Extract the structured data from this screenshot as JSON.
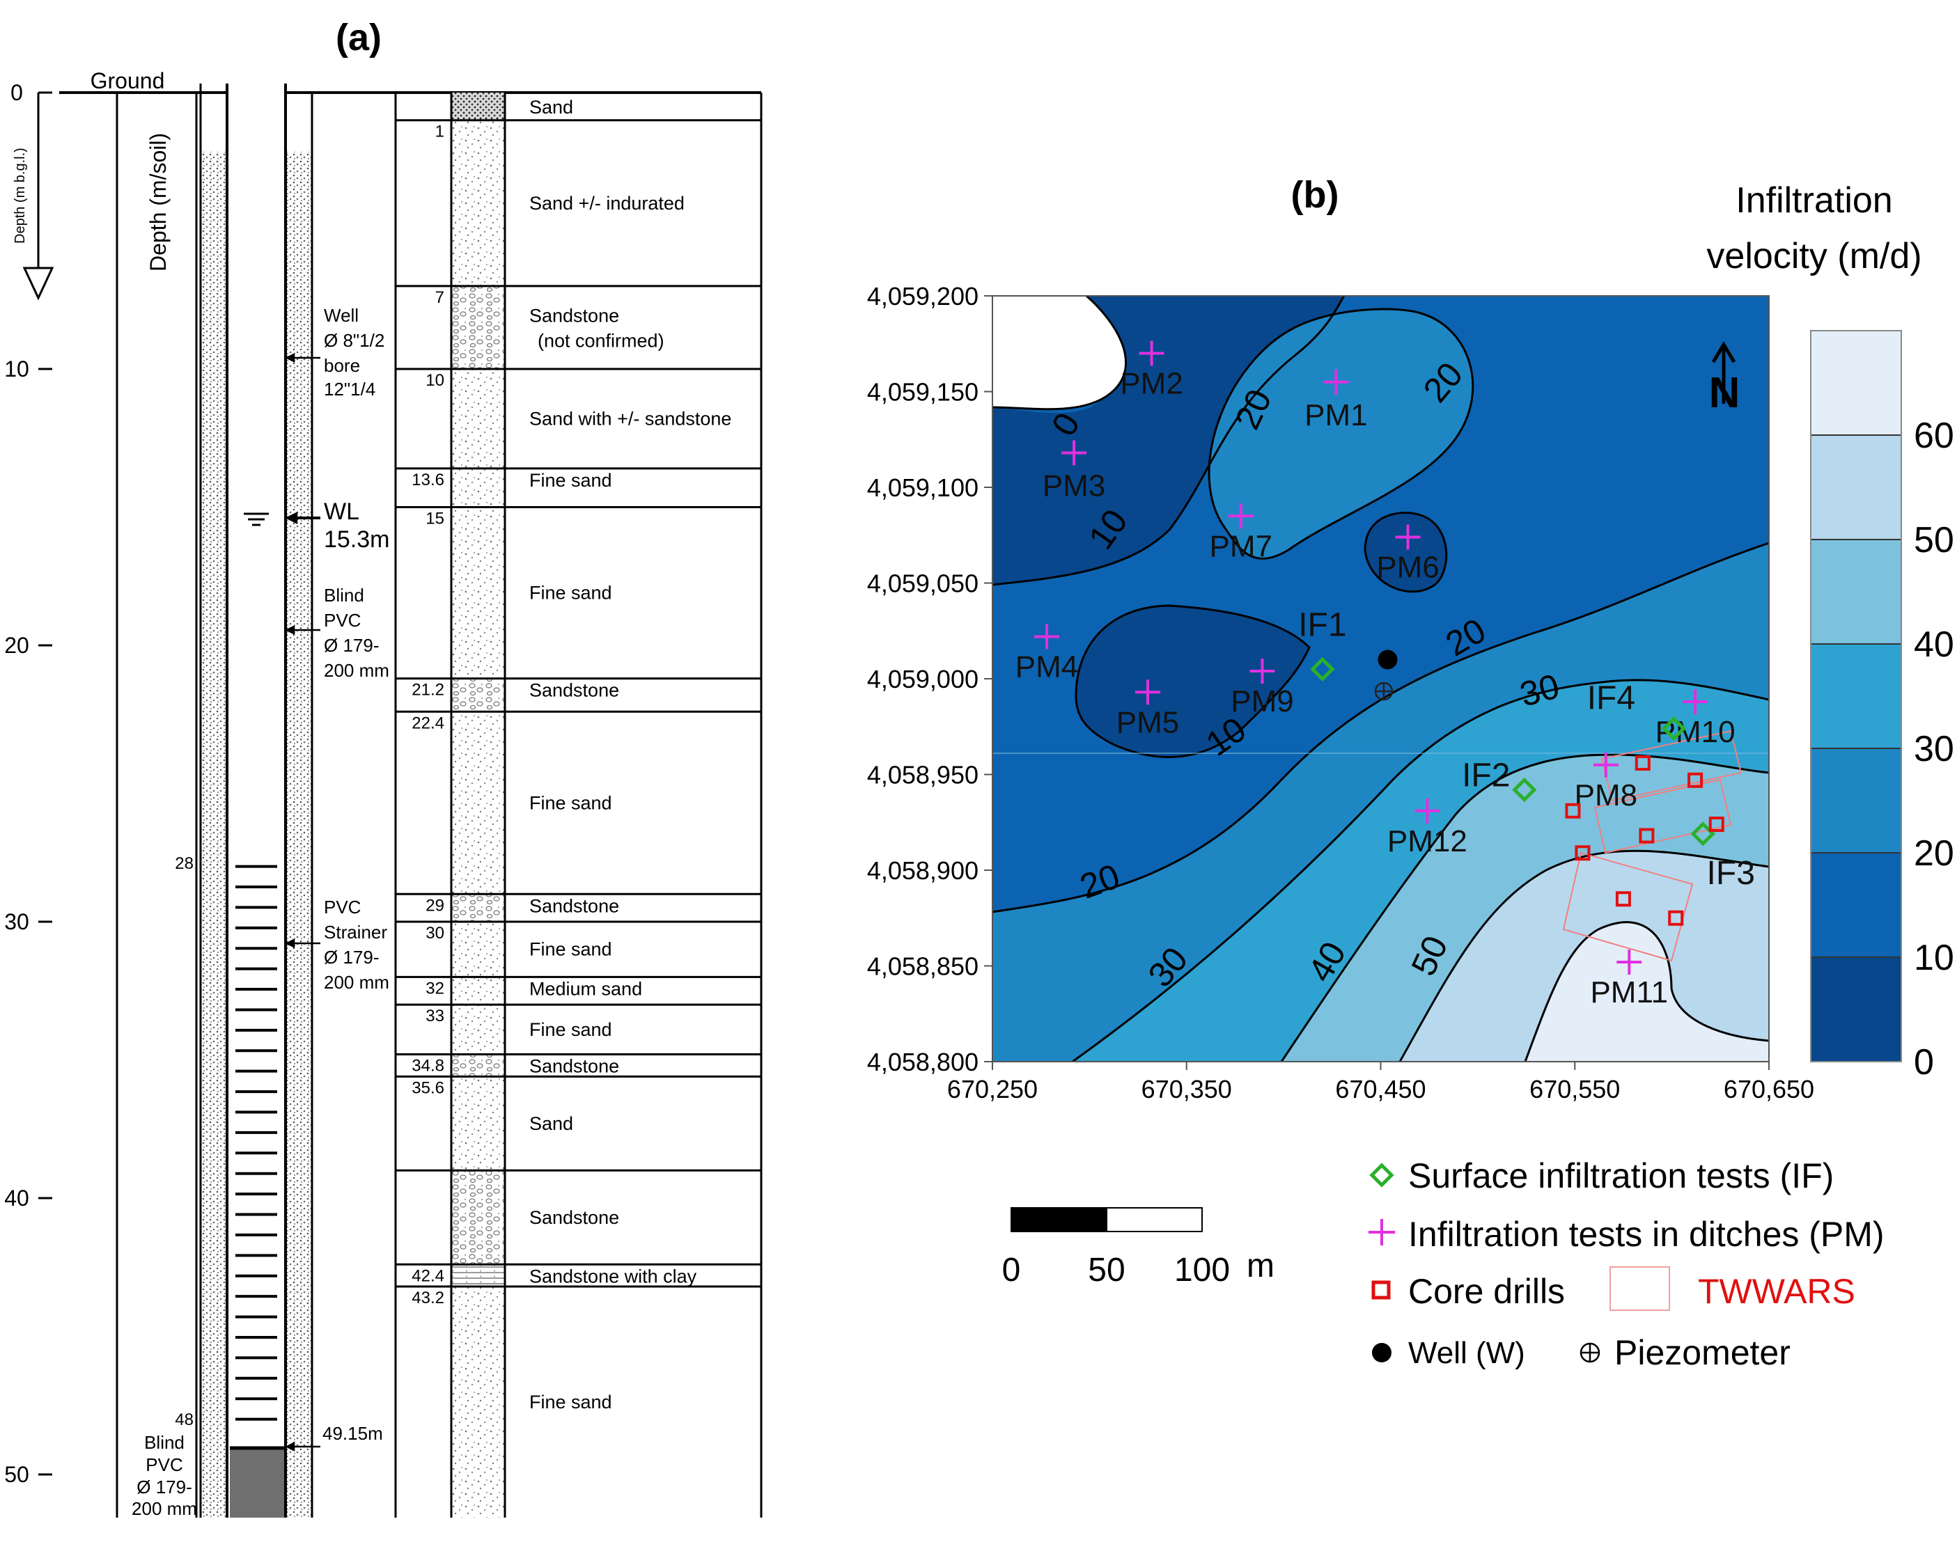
{
  "panel_a": {
    "label": "(a)",
    "ground_label": "Ground",
    "depth_axis_label": "Depth (m b.g.l.)",
    "depth_soil_label": "Depth (m/soil)",
    "depth_ticks": [
      {
        "depth": 0,
        "label": "0"
      },
      {
        "depth": 10,
        "label": "10"
      },
      {
        "depth": 20,
        "label": "20"
      },
      {
        "depth": 30,
        "label": "30"
      },
      {
        "depth": 40,
        "label": "40"
      },
      {
        "depth": 50,
        "label": "50"
      }
    ],
    "well_notes": {
      "well": [
        "Well",
        "Ø 8\"1/2",
        "bore",
        "12\"1/4"
      ],
      "wl": [
        "WL",
        "15.3m"
      ],
      "blind_upper": [
        "Blind",
        "PVC",
        "Ø 179-",
        "200 mm"
      ],
      "strainer": [
        "PVC",
        "Strainer",
        "Ø 179-",
        "200 mm"
      ],
      "bottom_depth": "49.15m",
      "blind_lower": [
        "Blind",
        "PVC",
        "Ø 179-",
        "200 mm"
      ],
      "strainer_top": "28",
      "strainer_bottom": "48"
    },
    "layers": [
      {
        "top": 0,
        "bottom": 1,
        "top_label": "",
        "description": "Sand",
        "pattern": "dense"
      },
      {
        "top": 1,
        "bottom": 7,
        "top_label": "1",
        "description": "Sand +/- indurated",
        "pattern": "dots"
      },
      {
        "top": 7,
        "bottom": 10,
        "top_label": "7",
        "description": "Sandstone\n(not confirmed)",
        "pattern": "pebbles"
      },
      {
        "top": 10,
        "bottom": 13.6,
        "top_label": "10",
        "description": "Sand with +/- sandstone",
        "pattern": "dots"
      },
      {
        "top": 13.6,
        "bottom": 15,
        "top_label": "13.6",
        "description": "Fine  sand",
        "pattern": "dots"
      },
      {
        "top": 15,
        "bottom": 21.2,
        "top_label": "15",
        "description": "Fine sand",
        "pattern": "dots"
      },
      {
        "top": 21.2,
        "bottom": 22.4,
        "top_label": "21.2",
        "description": "Sandstone",
        "pattern": "pebbles"
      },
      {
        "top": 22.4,
        "bottom": 29,
        "top_label": "22.4",
        "description": "Fine  sand",
        "pattern": "dots"
      },
      {
        "top": 29,
        "bottom": 30,
        "top_label": "29",
        "description": "Sandstone",
        "pattern": "pebbles"
      },
      {
        "top": 30,
        "bottom": 32,
        "top_label": "30",
        "description": "Fine  sand",
        "pattern": "dots"
      },
      {
        "top": 32,
        "bottom": 33,
        "top_label": "32",
        "description": "Medium sand",
        "pattern": "dots"
      },
      {
        "top": 33,
        "bottom": 34.8,
        "top_label": "33",
        "description": "Fine sand",
        "pattern": "dots"
      },
      {
        "top": 34.8,
        "bottom": 35.6,
        "top_label": "34.8",
        "description": "Sandstone",
        "pattern": "pebbles"
      },
      {
        "top": 35.6,
        "bottom": 39,
        "top_label": "35.6",
        "description": "Sand",
        "pattern": "dots"
      },
      {
        "top": 39,
        "bottom": 42.4,
        "top_label": "",
        "description": "Sandstone",
        "pattern": "pebbles"
      },
      {
        "top": 42.4,
        "bottom": 43.2,
        "top_label": "42.4",
        "description": "Sandstone with clay",
        "pattern": "clay"
      },
      {
        "top": 43.2,
        "bottom": 52,
        "top_label": "43.2",
        "description": "Fine sand",
        "pattern": "dots"
      }
    ]
  },
  "panel_b": {
    "label": "(b)",
    "colorbar_title": [
      "Infiltration",
      "velocity (m/d)"
    ],
    "colorbar_ticks": [
      "0",
      "10",
      "20",
      "30",
      "40",
      "50",
      "60"
    ],
    "colorbar_colors": [
      "#08478c",
      "#0c63b1",
      "#1f86c4",
      "#2ea3d2",
      "#7cc2de",
      "#b8d8ee",
      "#e4eef8"
    ],
    "x_ticks": [
      "670,250",
      "670,350",
      "670,450",
      "670,550",
      "670,650"
    ],
    "y_ticks": [
      "4,058,800",
      "4,058,850",
      "4,058,900",
      "4,058,950",
      "4,059,000",
      "4,059,050",
      "4,059,100",
      "4,059,150",
      "4,059,200"
    ],
    "contour_labels": [
      {
        "text": "0"
      },
      {
        "text": "10"
      },
      {
        "text": "20"
      },
      {
        "text": "20"
      },
      {
        "text": "10"
      },
      {
        "text": "20"
      },
      {
        "text": "30"
      },
      {
        "text": "20"
      },
      {
        "text": "30"
      },
      {
        "text": "40"
      },
      {
        "text": "50"
      }
    ],
    "points_pm": [
      {
        "name": "PM1",
        "x": 670427,
        "y": 4059155
      },
      {
        "name": "PM2",
        "x": 670332,
        "y": 4059170
      },
      {
        "name": "PM3",
        "x": 670292,
        "y": 4059118
      },
      {
        "name": "PM4",
        "x": 670278,
        "y": 4059022
      },
      {
        "name": "PM5",
        "x": 670330,
        "y": 4058993
      },
      {
        "name": "PM6",
        "x": 670464,
        "y": 4059074
      },
      {
        "name": "PM7",
        "x": 670378,
        "y": 4059085
      },
      {
        "name": "PM8",
        "x": 670566,
        "y": 4058955
      },
      {
        "name": "PM9",
        "x": 670389,
        "y": 4059004
      },
      {
        "name": "PM10",
        "x": 670612,
        "y": 4058988
      },
      {
        "name": "PM11",
        "x": 670578,
        "y": 4058852
      },
      {
        "name": "PM12",
        "x": 670474,
        "y": 4058931
      }
    ],
    "points_if": [
      {
        "name": "IF1",
        "x": 670420,
        "y": 4059005
      },
      {
        "name": "IF2",
        "x": 670524,
        "y": 4058942
      },
      {
        "name": "IF3",
        "x": 670616,
        "y": 4058919
      },
      {
        "name": "IF4",
        "x": 670601,
        "y": 4058974
      }
    ],
    "core_drills": [
      {
        "x": 670549,
        "y": 4058931
      },
      {
        "x": 670554,
        "y": 4058909
      },
      {
        "x": 670585,
        "y": 4058956
      },
      {
        "x": 670612,
        "y": 4058947
      },
      {
        "x": 670623,
        "y": 4058924
      },
      {
        "x": 670587,
        "y": 4058918
      },
      {
        "x": 670575,
        "y": 4058885
      },
      {
        "x": 670602,
        "y": 4058875
      }
    ],
    "well": {
      "x": 670450,
      "y": 4059010
    },
    "piezometer": {
      "x": 670448,
      "y": 4059000
    },
    "north_label": "N",
    "scale_bar": {
      "labels": [
        "0",
        "50",
        "100"
      ],
      "unit": "m"
    },
    "legend": {
      "if": "Surface infiltration tests (IF)",
      "pm": "Infiltration tests in ditches (PM)",
      "core": "Core drills",
      "twwars": "TWWARS",
      "well": "Well (W)",
      "piezo": "Piezometer"
    },
    "colors": {
      "pm_marker": "#e030e0",
      "if_marker": "#2ab02a",
      "core_marker": "#e01010",
      "twwars": "#f08080",
      "twwars_text": "#e01010"
    }
  }
}
